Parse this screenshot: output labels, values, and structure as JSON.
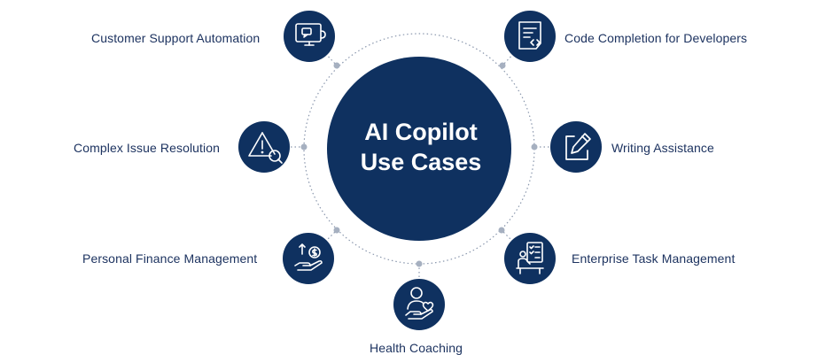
{
  "center": {
    "line1": "AI Copilot",
    "line2": "Use Cases"
  },
  "use_cases": [
    {
      "label": "Customer Support Automation",
      "icon": "support-monitor-icon"
    },
    {
      "label": "Code Completion for Developers",
      "icon": "code-document-icon"
    },
    {
      "label": "Complex Issue Resolution",
      "icon": "warning-search-icon"
    },
    {
      "label": "Writing Assistance",
      "icon": "pencil-edit-icon"
    },
    {
      "label": "Personal Finance Management",
      "icon": "finance-hand-coin-icon"
    },
    {
      "label": "Enterprise Task Management",
      "icon": "task-checklist-icon"
    },
    {
      "label": "Health Coaching",
      "icon": "health-person-heart-icon"
    }
  ],
  "colors": {
    "navy": "#0f3160",
    "connector": "#8a97ad",
    "label": "#1d3360"
  }
}
